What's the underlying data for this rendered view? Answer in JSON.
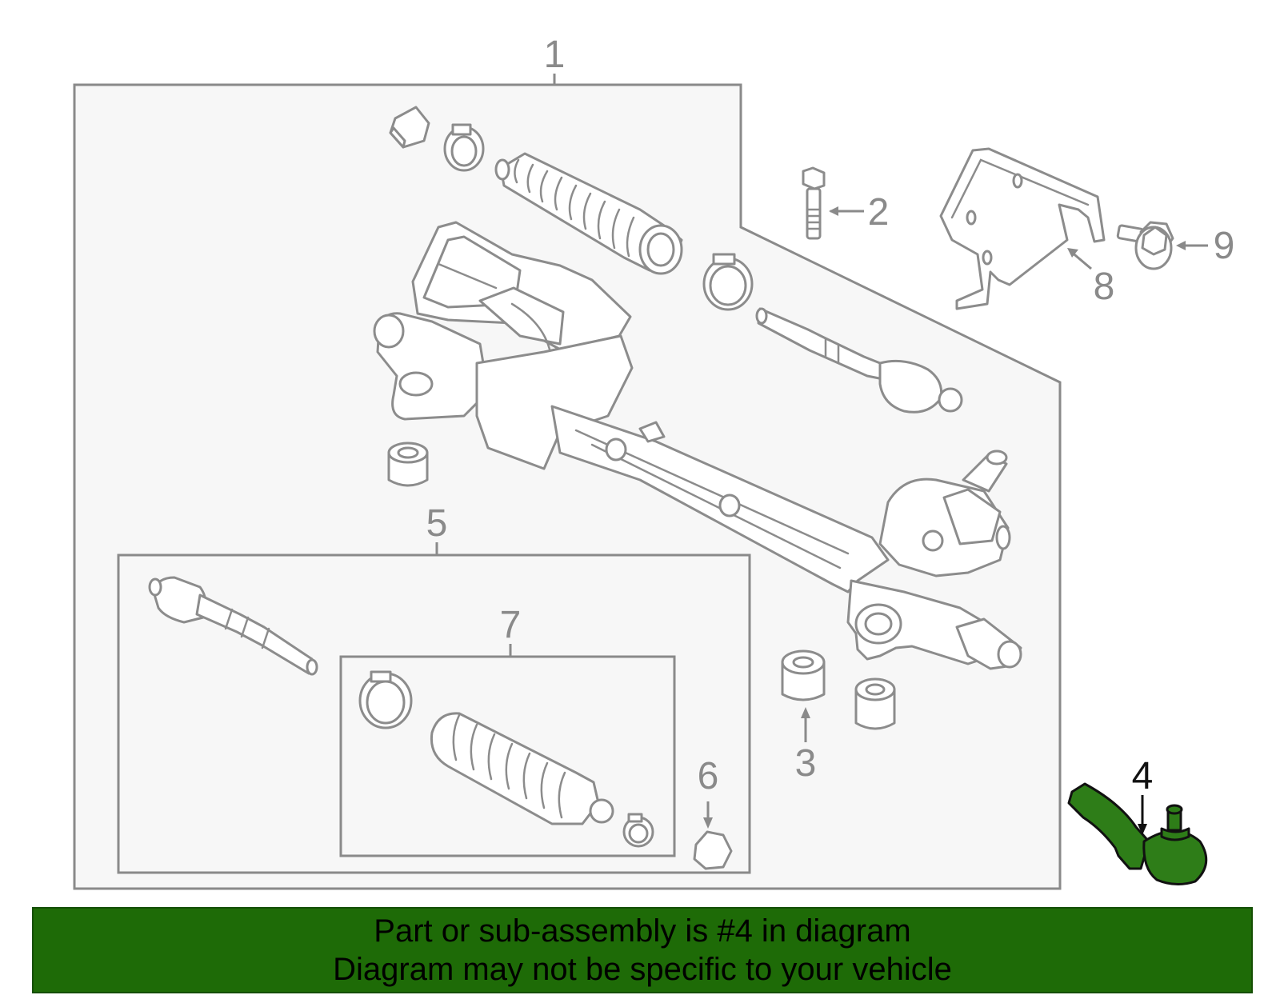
{
  "callouts": {
    "c1": "1",
    "c2": "2",
    "c3": "3",
    "c4": "4",
    "c5": "5",
    "c6": "6",
    "c7": "7",
    "c8": "8",
    "c9": "9"
  },
  "highlight": {
    "part_number": "4",
    "color": "#2e7d18"
  },
  "banner": {
    "line1": "Part or sub-assembly is #4 in diagram",
    "line2": "Diagram may not be specific to your vehicle",
    "background": "#1e6b07"
  }
}
